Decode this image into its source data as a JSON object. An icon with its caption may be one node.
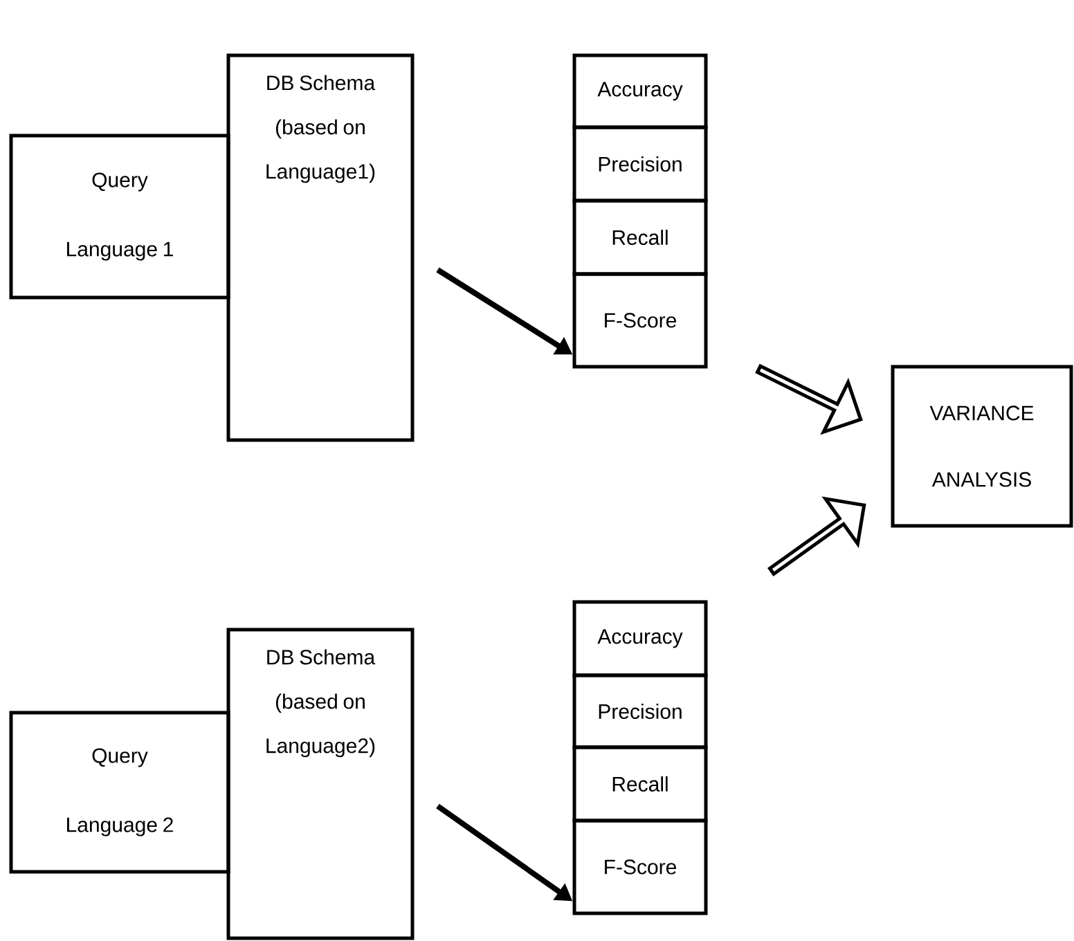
{
  "diagram": {
    "nodes": [
      {
        "text": [
          "Query Language 1"
        ]
      },
      {
        "text": [
          "DB Schema (based on Language1)"
        ]
      },
      {
        "text": [
          "Accuracy"
        ]
      },
      {
        "text": [
          "Precision"
        ]
      },
      {
        "text": [
          "Recall"
        ]
      },
      {
        "text": [
          "F-Score"
        ]
      },
      {
        "text": [
          "VARIANCE ANALYSIS"
        ]
      },
      {
        "text": [
          "Query Language 2"
        ]
      },
      {
        "text": [
          "DB Schema (based on Language2)"
        ]
      },
      {
        "text": [
          "Accuracy"
        ]
      },
      {
        "text": [
          "Precision"
        ]
      },
      {
        "text": [
          "Recall"
        ]
      },
      {
        "text": [
          "F-Score"
        ]
      }
    ],
    "edges": [
      {
        "from": 1,
        "to": 5,
        "arrow": "to"
      },
      {
        "from": 5,
        "to": 6,
        "arrow": "to"
      },
      {
        "from": 8,
        "to": 12,
        "arrow": "to"
      },
      {
        "from": 9,
        "to": 6,
        "arrow": "to"
      }
    ]
  }
}
